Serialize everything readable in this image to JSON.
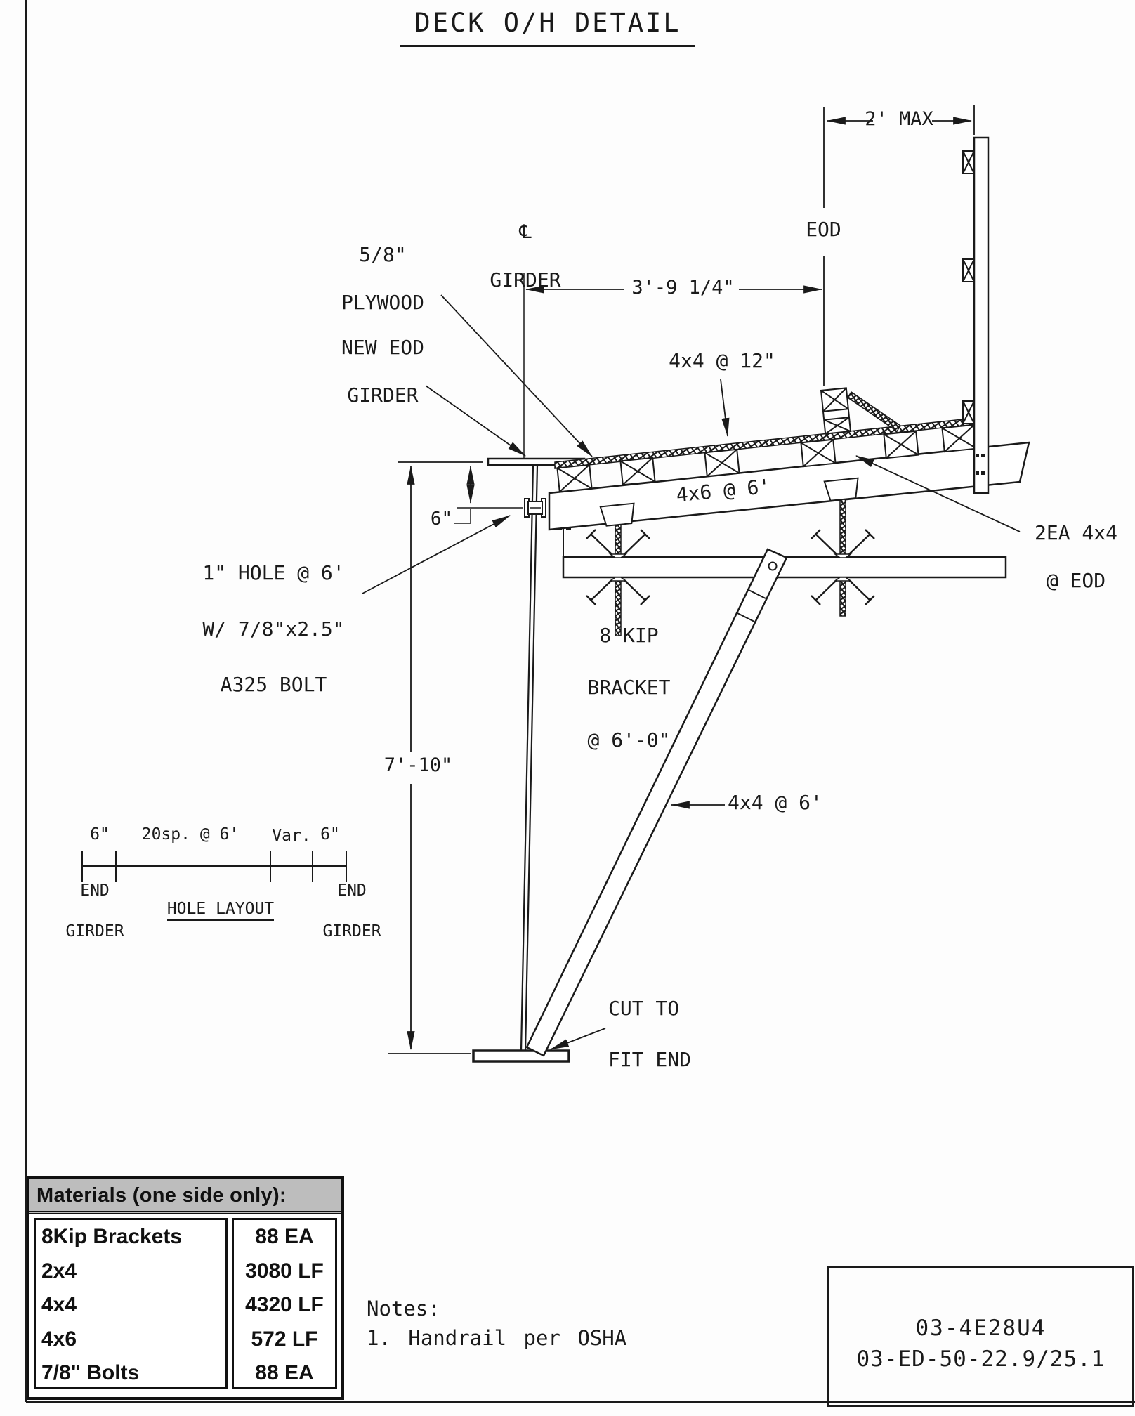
{
  "title": "DECK O/H DETAIL",
  "annotations": {
    "dim_2ft_max": "2' MAX",
    "eod": "EOD",
    "plywood_line1": "5/8\"",
    "plywood_line2": "PLYWOOD",
    "girder_cl_symbol": "℄",
    "girder_cl_label": "GIRDER",
    "dim_3ft_9": "3'-9 1/4\"",
    "new_eod_line1": "NEW EOD",
    "new_eod_line2": "GIRDER",
    "deck_4x4_spacing": "4x4 @ 12\"",
    "joist_4x6": "4x6 @ 6'",
    "two_ea_line1": "2EA 4x4",
    "two_ea_line2": "@ EOD",
    "dim_6in": "6\"",
    "hole_note_line1": "1\" HOLE @ 6'",
    "hole_note_line2": "W/ 7/8\"x2.5\"",
    "hole_note_line3": "A325 BOLT",
    "kip_line1": "8 KIP",
    "kip_line2": "BRACKET",
    "kip_line3": "@ 6'-0\"",
    "dim_7ft_10": "7'-10\"",
    "brace_4x4": "4x4 @ 6'",
    "cut_line1": "CUT TO",
    "cut_line2": "FIT END"
  },
  "hole_layout": {
    "title": "HOLE LAYOUT",
    "dim_left": "6\"",
    "dim_spacing": "20sp. @ 6'",
    "dim_var": "Var.",
    "dim_right": "6\"",
    "end_left_line1": "END",
    "end_left_line2": "GIRDER",
    "end_right_line1": "END",
    "end_right_line2": "GIRDER"
  },
  "materials_table": {
    "header": "Materials (one side only):",
    "rows": [
      {
        "item": "8Kip Brackets",
        "qty": "88 EA"
      },
      {
        "item": "2x4",
        "qty": "3080 LF"
      },
      {
        "item": "4x4",
        "qty": "4320 LF"
      },
      {
        "item": "4x6",
        "qty": "572 LF"
      },
      {
        "item": "7/8\" Bolts",
        "qty": "88 EA"
      }
    ]
  },
  "notes": {
    "heading": "Notes:",
    "item1": "1. Handrail per OSHA"
  },
  "title_block": {
    "line1": "03-4E28U4",
    "line2": "03-ED-50-22.9/25.1"
  }
}
